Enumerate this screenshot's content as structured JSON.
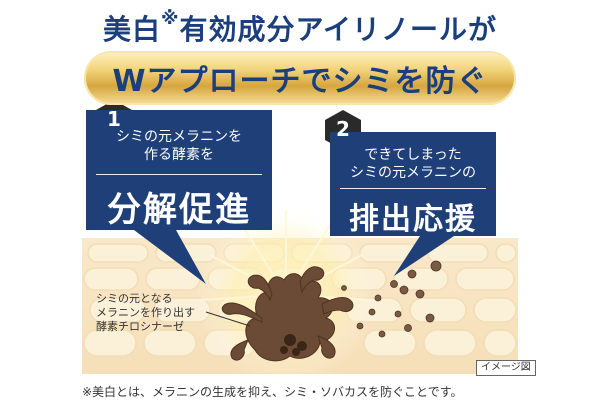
{
  "headline": {
    "text": "美白",
    "mark": "※",
    "text_rest": "有効成分アイリノールが"
  },
  "band": {
    "text": "Wアプローチでシミを防ぐ"
  },
  "callouts": [
    {
      "number": "1",
      "desc": [
        "シミの元メラニンを",
        "作る酵素を"
      ],
      "big": "分解促進"
    },
    {
      "number": "2",
      "desc": [
        "できてしまった",
        "シミの元メラニンの"
      ],
      "big": "排出応援"
    }
  ],
  "illustration": {
    "enzyme_label": [
      "シミの元となる",
      "メラニンを作り出す",
      "酵素チロシナーゼ"
    ],
    "image_note": "イメージ図"
  },
  "footnote": "※美白とは、メラニンの生成を抑え、シミ・ソバカスを防ぐことです。",
  "colors": {
    "navy": "#1e3f78",
    "title_blue": "#1b3f7d",
    "gold": "#e0b24f",
    "skin": "#f7e7c8",
    "melanin": "#6b4b35"
  }
}
